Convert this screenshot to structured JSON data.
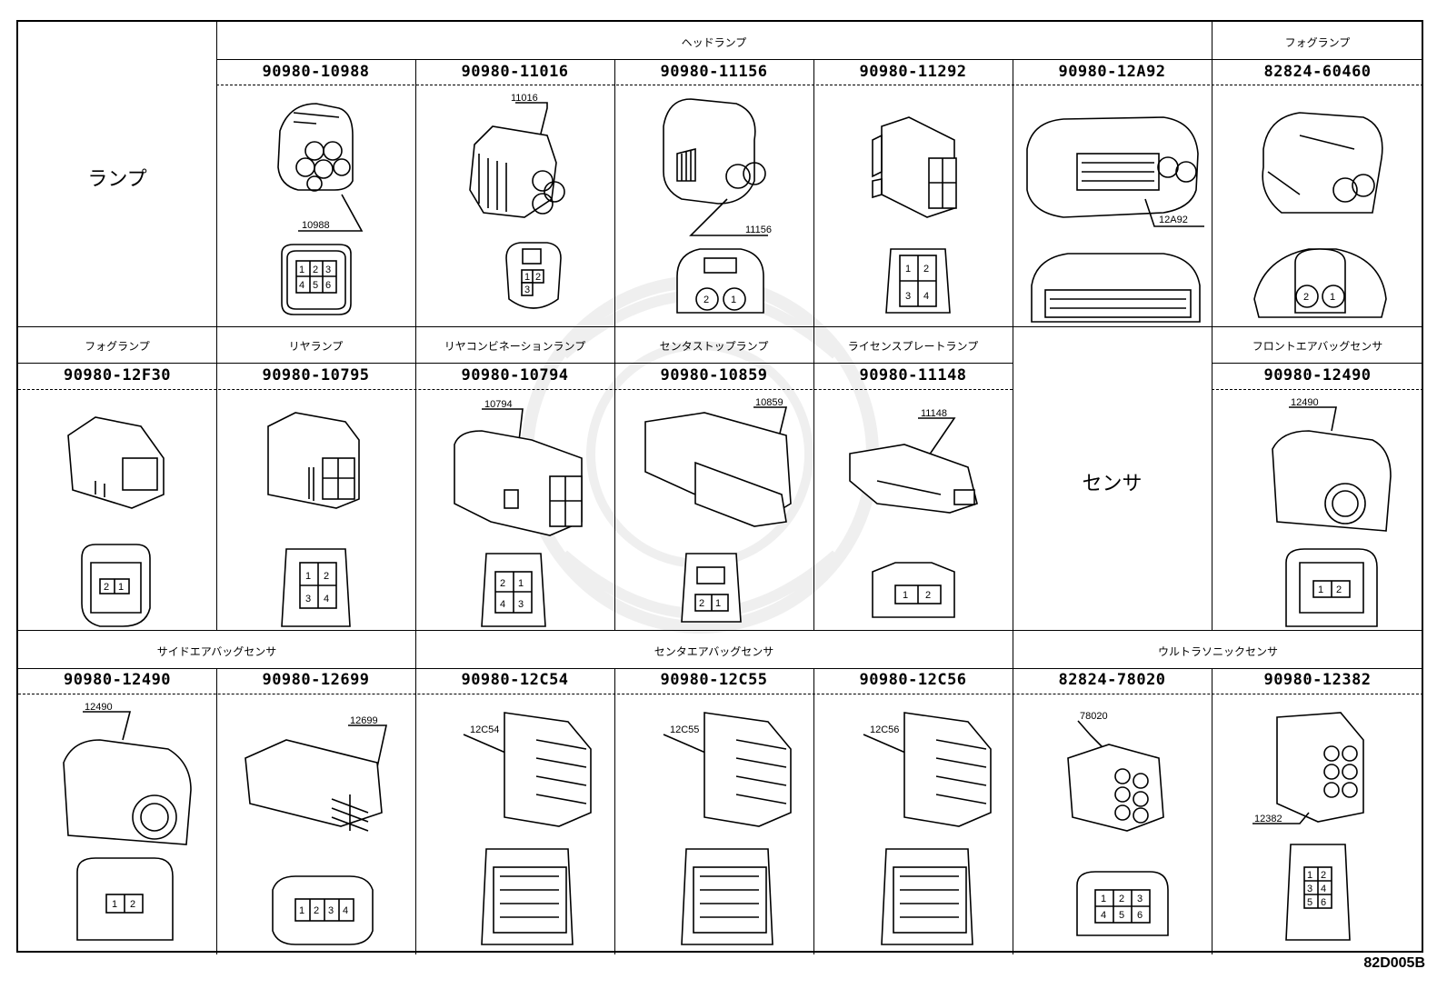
{
  "sheet_id": "82D005B",
  "rows": [
    {
      "row_label": "ランプ",
      "headers": [
        {
          "key": "head",
          "label": "ヘッドランプ"
        },
        {
          "key": "fog1",
          "label": "フォグランプ"
        }
      ],
      "cells": [
        {
          "part": "90980-10988",
          "code": "10988",
          "pins": [
            "1",
            "2",
            "3",
            "4",
            "5",
            "6"
          ]
        },
        {
          "part": "90980-11016",
          "code": "11016",
          "pins": [
            "1",
            "2",
            "3"
          ]
        },
        {
          "part": "90980-11156",
          "code": "11156",
          "pins": [
            "2",
            "1"
          ]
        },
        {
          "part": "90980-11292",
          "code": "",
          "pins": [
            "1",
            "2",
            "3",
            "4"
          ]
        },
        {
          "part": "90980-12A92",
          "code": "12A92",
          "pins": []
        },
        {
          "part": "82824-60460",
          "code": "",
          "pins": [
            "2",
            "1"
          ]
        }
      ]
    },
    {
      "headers": [
        {
          "key": "fog2",
          "label": "フォグランプ"
        },
        {
          "key": "rear",
          "label": "リヤランプ"
        },
        {
          "key": "rearcombo",
          "label": "リヤコンビネーションランプ"
        },
        {
          "key": "centerstop",
          "label": "センタストップランプ"
        },
        {
          "key": "license",
          "label": "ライセンスプレートランプ"
        },
        {
          "key": "frontair",
          "label": "フロントエアバッグセンサ"
        }
      ],
      "sensor_label": "センサ",
      "cells": [
        {
          "part": "90980-12F30",
          "code": "",
          "pins": [
            "2",
            "1"
          ]
        },
        {
          "part": "90980-10795",
          "code": "",
          "pins": [
            "1",
            "2",
            "3",
            "4"
          ]
        },
        {
          "part": "90980-10794",
          "code": "10794",
          "pins": [
            "2",
            "1",
            "4",
            "3"
          ]
        },
        {
          "part": "90980-10859",
          "code": "10859",
          "pins": [
            "2",
            "1"
          ]
        },
        {
          "part": "90980-11148",
          "code": "11148",
          "pins": [
            "1",
            "2"
          ]
        },
        {
          "part": "90980-12490",
          "code": "12490",
          "pins": [
            "1",
            "2"
          ]
        }
      ]
    },
    {
      "headers": [
        {
          "key": "sideair",
          "label": "サイドエアバッグセンサ"
        },
        {
          "key": "centerair",
          "label": "センタエアバッグセンサ"
        },
        {
          "key": "ultra",
          "label": "ウルトラソニックセンサ"
        }
      ],
      "cells": [
        {
          "part": "90980-12490",
          "code": "12490",
          "pins": [
            "1",
            "2"
          ]
        },
        {
          "part": "90980-12699",
          "code": "12699",
          "pins": [
            "1",
            "2",
            "3",
            "4"
          ]
        },
        {
          "part": "90980-12C54",
          "code": "12C54",
          "pins": []
        },
        {
          "part": "90980-12C55",
          "code": "12C55",
          "pins": []
        },
        {
          "part": "90980-12C56",
          "code": "12C56",
          "pins": []
        },
        {
          "part": "82824-78020",
          "code": "78020",
          "pins": [
            "1",
            "2",
            "3",
            "4",
            "5",
            "6"
          ]
        },
        {
          "part": "90980-12382",
          "code": "12382",
          "pins": [
            "1",
            "2",
            "3",
            "4",
            "5",
            "6"
          ]
        }
      ]
    }
  ]
}
